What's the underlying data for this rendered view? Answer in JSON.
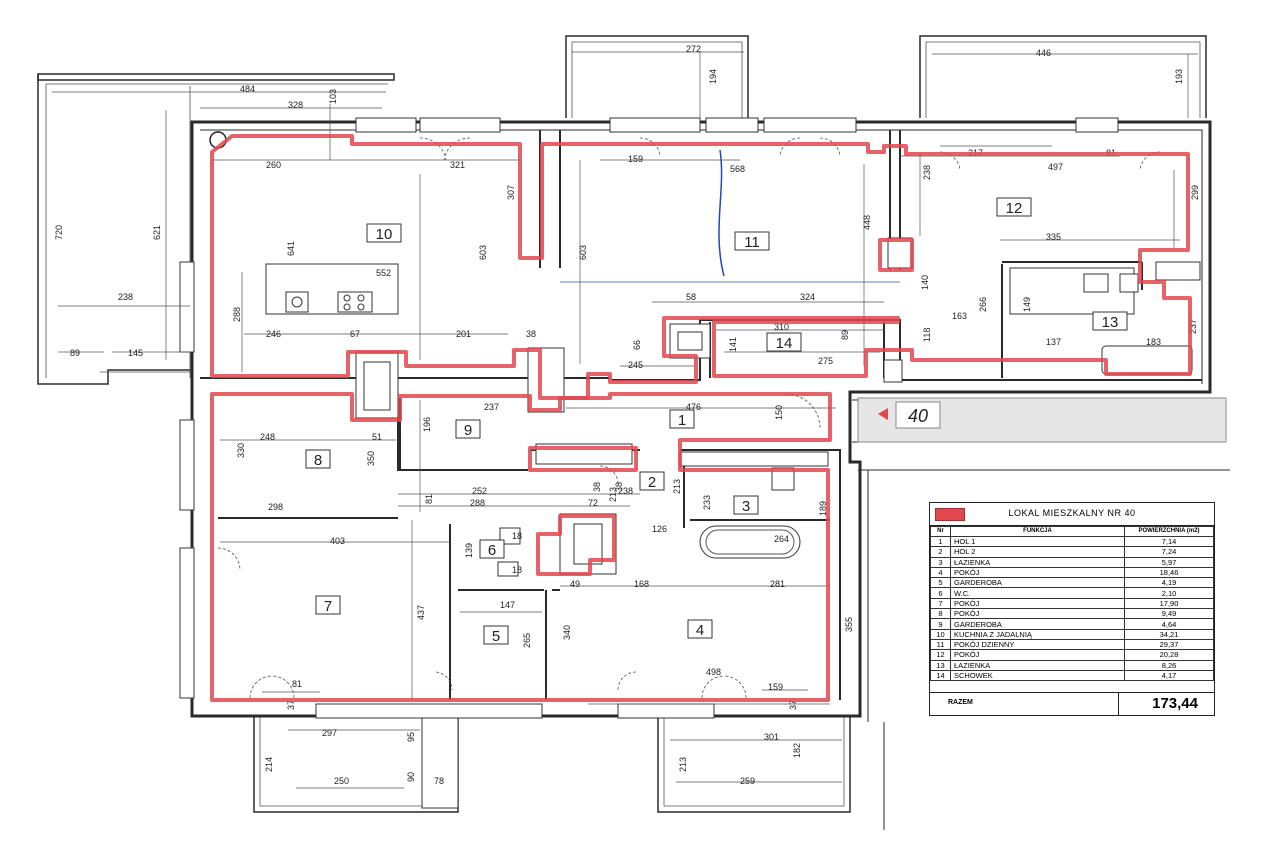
{
  "unit_label": "40",
  "rooms": [
    {
      "id": "1",
      "area": "7,14",
      "name": "HOL 1"
    },
    {
      "id": "2",
      "area": "7,24",
      "name": "HOL 2"
    },
    {
      "id": "3",
      "area": "5,97",
      "name": "ŁAZIENKA"
    },
    {
      "id": "4",
      "area": "18,46",
      "name": "POKÓJ"
    },
    {
      "id": "5",
      "area": "4,19",
      "name": "GARDEROBA"
    },
    {
      "id": "6",
      "area": "2,10",
      "name": "W.C."
    },
    {
      "id": "7",
      "area": "17,90",
      "name": "POKÓJ"
    },
    {
      "id": "8",
      "area": "9,49",
      "name": "POKÓJ"
    },
    {
      "id": "9",
      "area": "4,64",
      "name": "GARDEROBA"
    },
    {
      "id": "10",
      "area": "34,21",
      "name": "KUCHNIA Z JADALNIĄ"
    },
    {
      "id": "11",
      "area": "29,37",
      "name": "POKÓJ DZIENNY"
    },
    {
      "id": "12",
      "area": "20,28",
      "name": "POKÓJ"
    },
    {
      "id": "13",
      "area": "8,26",
      "name": "ŁAZIENKA"
    },
    {
      "id": "14",
      "area": "4,17",
      "name": "SCHOWEK"
    }
  ],
  "legend": {
    "title": "LOKAL MIESZKALNY NR 40",
    "col_nr": "Nr",
    "col_function": "FUNKCJA",
    "col_area": "POWIERZCHNIA (m2)",
    "total_label": "RAZEM",
    "total_value": "173,44"
  },
  "dimensions": [
    "484",
    "328",
    "103",
    "720",
    "621",
    "238",
    "89",
    "145",
    "272",
    "194",
    "446",
    "193",
    "260",
    "321",
    "307",
    "568",
    "159",
    "448",
    "238",
    "217",
    "497",
    "81",
    "299",
    "335",
    "552",
    "641",
    "603",
    "603",
    "288",
    "246",
    "67",
    "201",
    "38",
    "58",
    "324",
    "140",
    "163",
    "266",
    "149",
    "237",
    "310",
    "141",
    "89",
    "275",
    "118",
    "137",
    "183",
    "245",
    "476",
    "150",
    "237",
    "248",
    "51",
    "196",
    "330",
    "350",
    "298",
    "252",
    "288",
    "81",
    "38",
    "72",
    "238",
    "213",
    "233",
    "126",
    "264",
    "189",
    "403",
    "139",
    "18",
    "18",
    "49",
    "168",
    "281",
    "147",
    "437",
    "265",
    "340",
    "355",
    "498",
    "81",
    "159",
    "37",
    "297",
    "95",
    "214",
    "250",
    "90",
    "78",
    "301",
    "213",
    "182",
    "259",
    "37",
    "38",
    "213",
    "66"
  ],
  "colors": {
    "boundary": "#e0484d",
    "wall": "#2a2a2a"
  }
}
